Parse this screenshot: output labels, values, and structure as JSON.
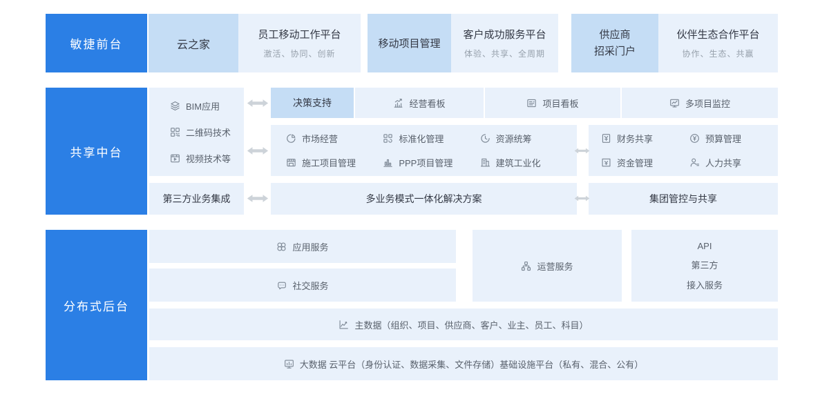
{
  "palette": {
    "primary_blue": "#2B7FE5",
    "product_blue": "#C5DDF5",
    "panel_blue": "#E9F1FB",
    "arrow_gray": "#CDD3D9",
    "title_text": "#333844",
    "item_text": "#59616C",
    "tagline_text": "#97A1AC",
    "icon_gray": "#7C8794"
  },
  "front_row": {
    "label": "敏捷前台",
    "groups": [
      {
        "product": "云之家",
        "platform": "员工移动工作平台",
        "tagline": "激活、协同、创新"
      },
      {
        "product": "移动项目管理",
        "platform": "客户成功服务平台",
        "tagline": "体验、共享、全周期"
      },
      {
        "product_lines": [
          "供应商",
          "招采门户"
        ],
        "platform": "伙伴生态合作平台",
        "tagline": "协作、生态、共赢"
      }
    ]
  },
  "middle_row": {
    "label": "共享中台",
    "tech_stack": [
      {
        "label": "BIM应用",
        "icon": "layers-icon"
      },
      {
        "label": "二维码技术",
        "icon": "qrcode-icon"
      },
      {
        "label": "视频技术等",
        "icon": "video-icon"
      }
    ],
    "decision": {
      "highlight": "决策支持",
      "boards": [
        {
          "label": "经营看板",
          "icon": "trend-chart-icon"
        },
        {
          "label": "项目看板",
          "icon": "board-icon"
        },
        {
          "label": "多项目监控",
          "icon": "monitor-chart-icon"
        }
      ]
    },
    "business_cells": [
      {
        "label": "市场经营",
        "icon": "pie-chart-icon"
      },
      {
        "label": "标准化管理",
        "icon": "blocks-icon"
      },
      {
        "label": "资源统筹",
        "icon": "time-pie-icon"
      },
      {
        "label": "施工项目管理",
        "icon": "construction-icon"
      },
      {
        "label": "PPP项目管理",
        "icon": "bar-chart-icon"
      },
      {
        "label": "建筑工业化",
        "icon": "factory-icon"
      }
    ],
    "finance_cells": [
      {
        "label": "财务共享",
        "icon": "finance-book-icon"
      },
      {
        "label": "预算管理",
        "icon": "yuan-circle-icon"
      },
      {
        "label": "资金管理",
        "icon": "funds-icon"
      },
      {
        "label": "人力共享",
        "icon": "person-icon"
      }
    ],
    "bottom": {
      "third_party": "第三方业务集成",
      "solution": "多业务模式一体化解决方案",
      "group_control": "集团管控与共享"
    }
  },
  "backend_row": {
    "label": "分布式后台",
    "app_service": {
      "label": "应用服务",
      "icon": "app-grid-icon"
    },
    "social_service": {
      "label": "社交服务",
      "icon": "chat-icon"
    },
    "operation_service": {
      "label": "运营服务",
      "icon": "org-chart-icon"
    },
    "api_service": {
      "lines": [
        "API",
        "第三方",
        "接入服务"
      ]
    },
    "master_data": {
      "label": "主数据（组织、项目、供应商、客户、业主、员工、科目）",
      "icon": "line-chart-icon"
    },
    "big_data": {
      "label": "大数据 云平台（身份认证、数据采集、文件存储）基础设施平台（私有、混合、公有）",
      "icon": "screen-icon"
    }
  }
}
